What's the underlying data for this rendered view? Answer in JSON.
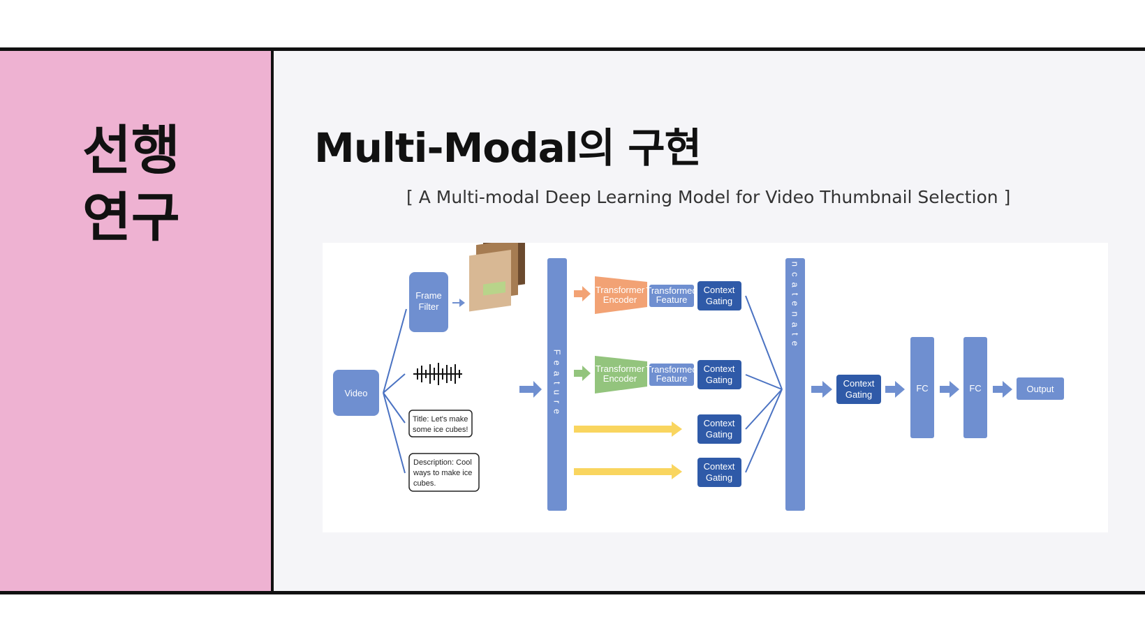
{
  "sidebar": {
    "title_line1": "선행",
    "title_line2": "연구"
  },
  "header": {
    "title": "Multi-Modal의 구현",
    "subtitle": "[ A Multi-modal Deep Learning Model for Video Thumbnail Selection ]"
  },
  "diagram": {
    "video": "Video",
    "frame_filter": [
      "Frame",
      "Filter"
    ],
    "title_box": [
      "Title: Let's make",
      "some ice cubes!"
    ],
    "description_box": [
      "Description: Cool",
      "ways to make ice",
      "cubes."
    ],
    "feature": "Feature",
    "transformer_encoder": [
      "Transformer",
      "Encoder"
    ],
    "transformed_feature": [
      "Transformed",
      "Feature"
    ],
    "context_gating": [
      "Context",
      "Gating"
    ],
    "concatenate": "Concatenate",
    "fc": "FC",
    "output": "Output",
    "colors": {
      "blue": "#6f8fd0",
      "dark_blue": "#2f5aa8",
      "orange": "#f2a274",
      "green": "#93c47d",
      "yellow": "#f9d55f"
    }
  }
}
